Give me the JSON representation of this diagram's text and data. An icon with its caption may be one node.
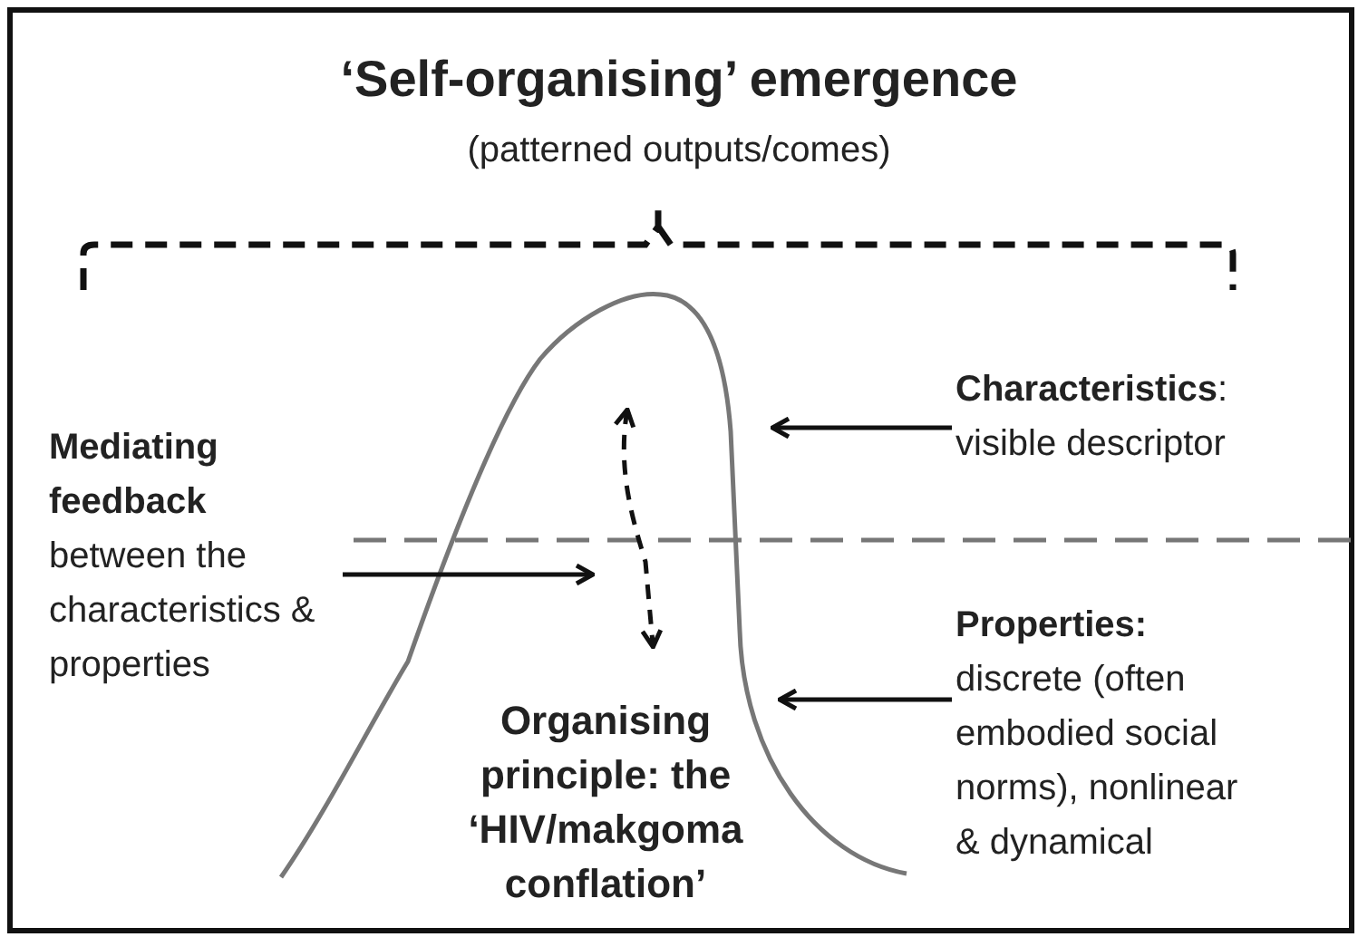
{
  "diagram": {
    "title": "‘Self-organising’ emergence",
    "nodes": [
      {
        "text": [],
        "shape": "peak"
      },
      {
        "text": [
          "**Characteristics**:",
          "visible descriptor"
        ]
      },
      {
        "text": [
          "Mediating feedback",
          "between the characteristics & properties"
        ]
      },
      {
        "text": [
          "Properties:",
          "discrete (often embodied social norms), nonlinear & dynamical"
        ]
      },
      {
        "text": [
          "Organising principle: the ‘HIV/makgoma conflation’"
        ]
      }
    ],
    "edges": [
      {
        "from": 1,
        "to": 0,
        "arrow": "to"
      },
      {
        "from": 2,
        "to": 0,
        "arrow": "to"
      },
      {
        "from": 3,
        "to": 0,
        "arrow": "to"
      }
    ],
    "labels": [
      "(patterned outputs/comes)"
    ]
  }
}
